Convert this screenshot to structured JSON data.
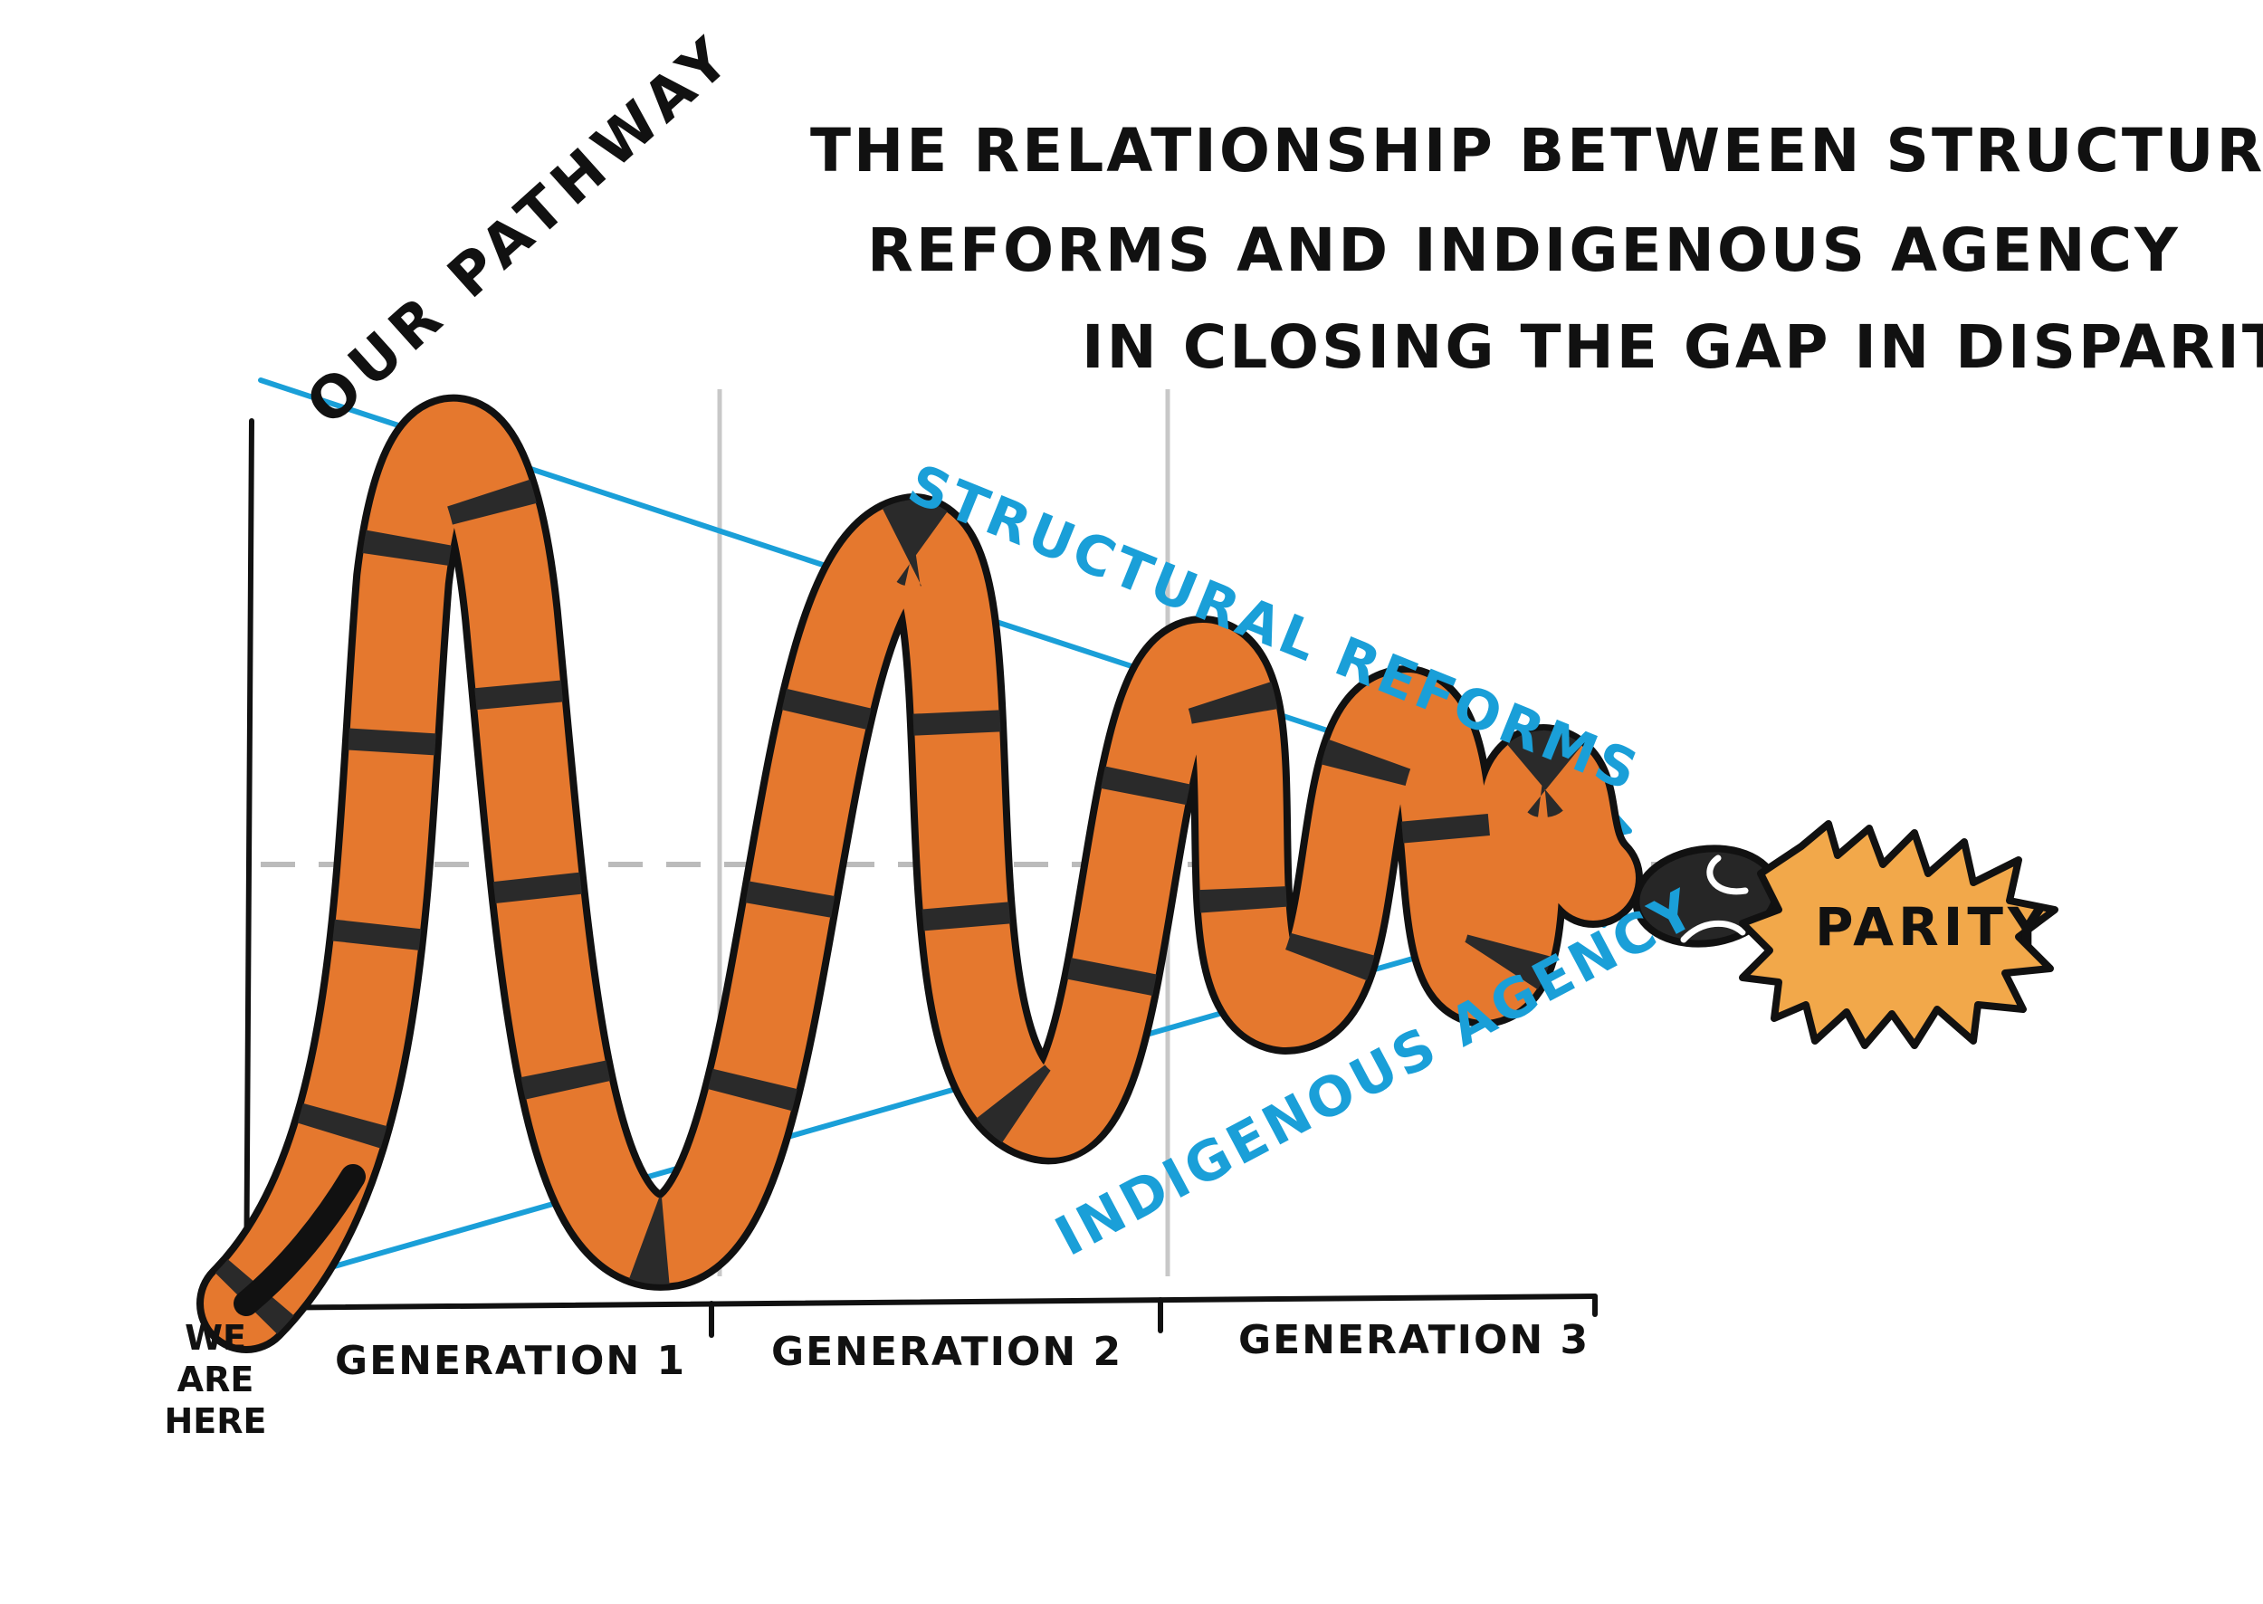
{
  "title": {
    "line1": "The Relationship Between Structural",
    "line2": "Reforms and Indigenous Agency",
    "line3": "in closing the Gap in Disparity"
  },
  "path_label": "Our Pathway",
  "structural_label": "Structural Reforms",
  "agency_label": "Indigenous Agency",
  "parity_label": "Parity",
  "start_label": {
    "line1": "We",
    "line2": "Are",
    "line3": "Here"
  },
  "generations": [
    "Generation 1",
    "Generation 2",
    "Generation 3"
  ],
  "colors": {
    "snake": "#e5782e",
    "outline": "#111111",
    "lines": "#1a9fd8",
    "parity_fill": "#f2a84a",
    "grid": "#c8c8c8",
    "parity_line": "#bbbbbb",
    "eye_mark": "#ffffff"
  },
  "icons": {
    "snake": "snake-pathway-icon",
    "parity": "parity-burst-icon"
  }
}
